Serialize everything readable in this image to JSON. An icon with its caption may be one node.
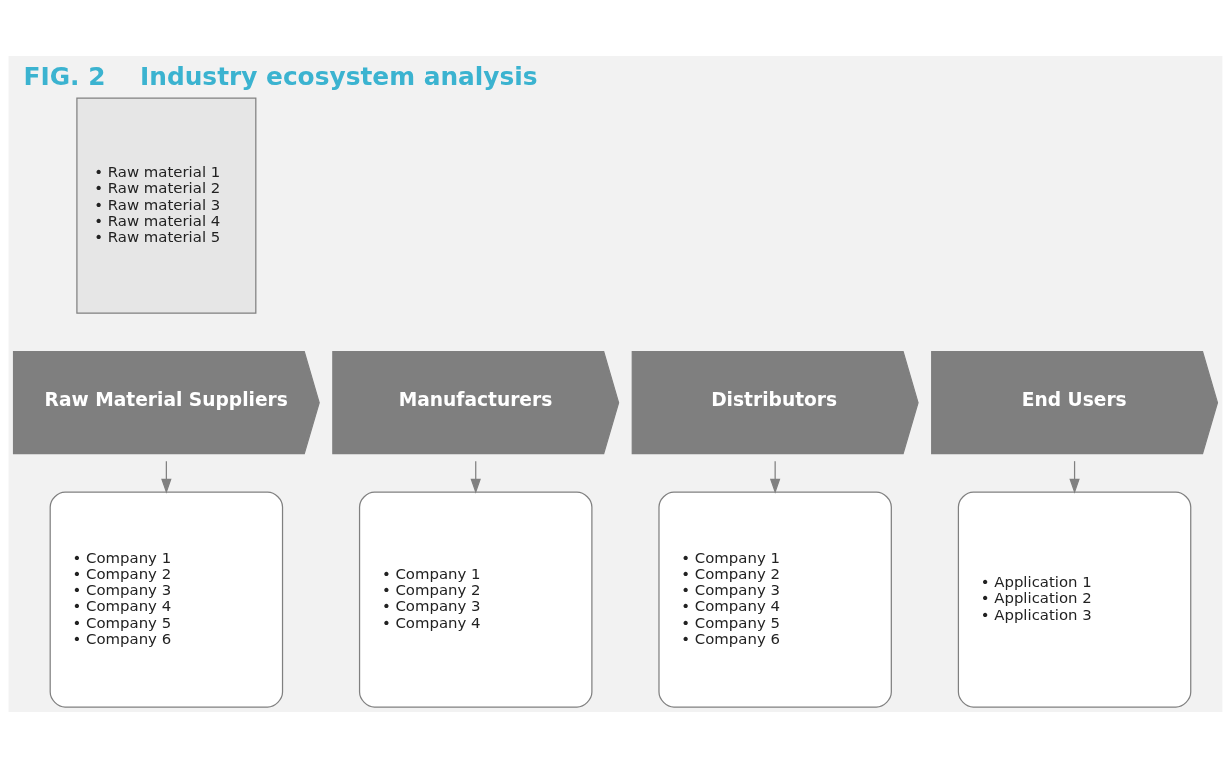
{
  "diagram": {
    "title": "FIG. 2    Industry ecosystem analysis",
    "nodes": [
      {
        "text": [
          "• Raw material 1",
          "• Raw material 2",
          "• Raw material 3",
          "• Raw material 4",
          "• Raw material 5"
        ]
      },
      {
        "text": [
          "Raw Material Suppliers"
        ]
      },
      {
        "text": [
          "Manufacturers"
        ]
      },
      {
        "text": [
          "Distributors"
        ]
      },
      {
        "text": [
          "End Users"
        ]
      },
      {
        "text": [
          "• Company 1",
          "• Company 2",
          "• Company 3",
          "• Company 4",
          "• Company 5",
          "• Company 6"
        ]
      },
      {
        "text": [
          "• Company 1",
          "• Company 2",
          "• Company 3",
          "• Company 4"
        ]
      },
      {
        "text": [
          "• Company 1",
          "• Company 2",
          "• Company 3",
          "• Company 4",
          "• Company 5",
          "• Company 6"
        ]
      },
      {
        "text": [
          "• Application 1",
          "• Application 2",
          "• Application 3"
        ]
      }
    ],
    "edges": [
      {
        "from": 1,
        "to": 5,
        "arrow": "to"
      },
      {
        "from": 2,
        "to": 6,
        "arrow": "to"
      },
      {
        "from": 3,
        "to": 7,
        "arrow": "to"
      },
      {
        "from": 4,
        "to": 8,
        "arrow": "to"
      }
    ]
  }
}
